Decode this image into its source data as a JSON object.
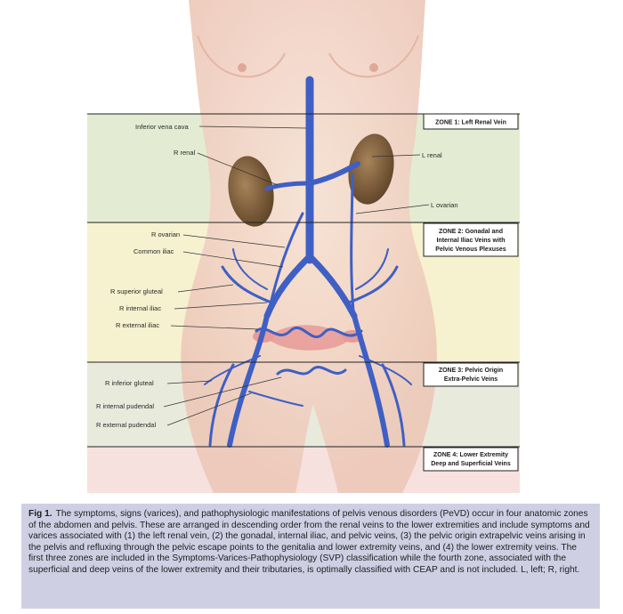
{
  "zones": [
    {
      "id": "zone-1",
      "lines": [
        "ZONE 1: Left Renal Vein"
      ]
    },
    {
      "id": "zone-2",
      "lines": [
        "ZONE 2: Gonadal and",
        "Internal Iliac Veins with",
        "Pelvic Venous Plexuses"
      ]
    },
    {
      "id": "zone-3",
      "lines": [
        "ZONE 3: Pelvic Origin",
        "Extra-Pelvic Veins"
      ]
    },
    {
      "id": "zone-4",
      "lines": [
        "ZONE 4: Lower Extremity",
        "Deep and Superficial Veins"
      ]
    }
  ],
  "labels": {
    "inferior_vena_cava": "Inferior vena cava",
    "r_renal": "R renal",
    "l_renal": "L renal",
    "l_ovarian": "L ovarian",
    "r_ovarian": "R ovarian",
    "common_iliac": "Common iliac",
    "r_superior_gluteal": "R superior gluteal",
    "r_internal_iliac": "R internal iliac",
    "r_external_iliac": "R external iliac",
    "r_inferior_gluteal": "R inferior gluteal",
    "r_internal_pudendal": "R internal pudendal",
    "r_external_pudendal": "R external pudendal"
  },
  "caption": {
    "label": "Fig 1.",
    "text": "The symptoms, signs (varices), and pathophysiologic manifestations of pelvis venous disorders (PeVD) occur in four anatomic zones of the abdomen and pelvis. These are arranged in descending order from the renal veins to the lower extremities and include symptoms and varices associated with (1) the left renal vein, (2) the gonadal, internal iliac, and pelvic veins, (3) the pelvic origin extrapelvic veins arising in the pelvis and refluxing through the pelvic escape points to the genitalia and lower extremity veins, and (4) the lower extremity veins. The first three zones are included in the Symptoms-Varices-Pathophysiology (SVP) classification while the fourth zone, associated with the superficial and deep veins of the lower extremity and their tributaries, is optimally classified with CEAP and is not included.",
    "abbrev": "L, left; R, right."
  },
  "colors": {
    "zone1_band": "#e3ecd3",
    "zone2_band": "#f6f1cf",
    "zone3_band": "#e8ebdc",
    "zone4_band": "#f7e1df",
    "skin": "#f2d4c6",
    "vein": "#3f5fc4",
    "vein_light": "#6d89e0",
    "kidney": "#8a6a45",
    "uterus": "#e79a96",
    "caption_bg": "#cfcfe4"
  }
}
